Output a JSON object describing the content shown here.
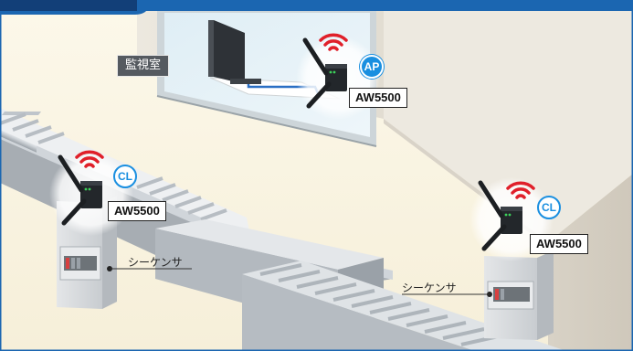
{
  "monitoring_room": {
    "label": "監視室"
  },
  "devices": [
    {
      "model": "AW5500",
      "role": "AP"
    },
    {
      "model": "AW5500",
      "role": "CL"
    },
    {
      "model": "AW5500",
      "role": "CL"
    }
  ],
  "sequencers": [
    {
      "label": "シーケンサ"
    },
    {
      "label": "シーケンサ"
    }
  ],
  "colors": {
    "frame_blue": "#1b66b1",
    "accent_blue": "#1a8fe0",
    "wifi_red": "#e0202a",
    "floor": "#fbf6e6",
    "wall": "#e7e2d8"
  }
}
